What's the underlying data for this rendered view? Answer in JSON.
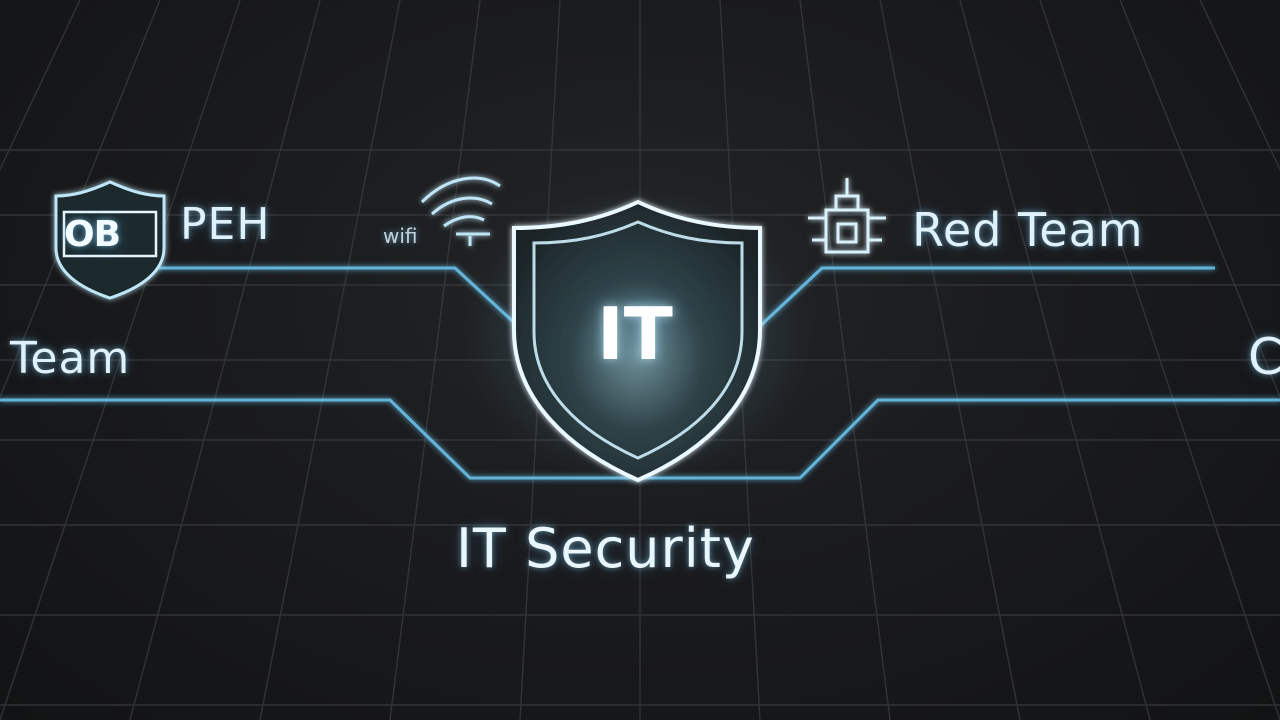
{
  "diagram": {
    "center_node": {
      "icon": "shield-icon",
      "badge_text": "IT",
      "caption": "IT Security"
    },
    "nodes": {
      "top_left": {
        "icon": "shield-badge-icon",
        "badge_text": "OB",
        "label": "PEH"
      },
      "wifi": {
        "icon": "wifi-icon",
        "label": "wifi"
      },
      "top_right": {
        "icon": "castle-tower-icon",
        "label": "Red Team"
      },
      "mid_left": {
        "label": "Team"
      },
      "mid_right_partial": {
        "label": "C"
      }
    },
    "colors": {
      "background": "#1a1b1d",
      "grid": "#3a3d40",
      "line_glow": "#6cc4ee",
      "text": "#dff2fb"
    }
  }
}
